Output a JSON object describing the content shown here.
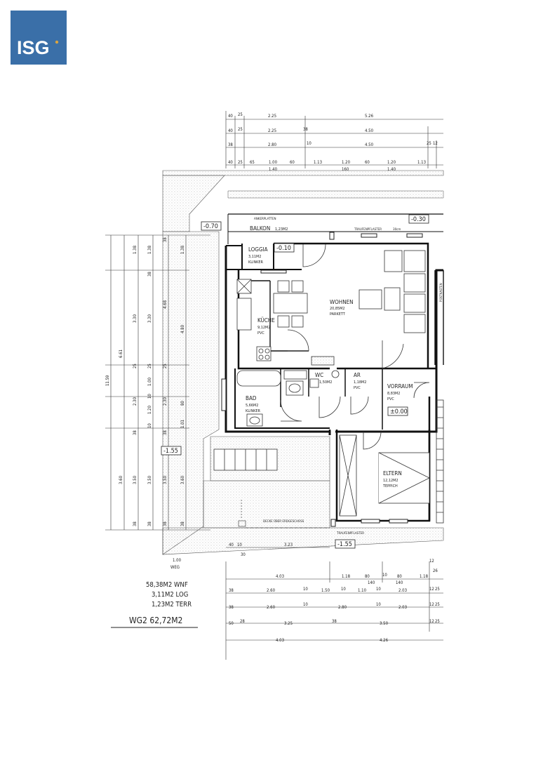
{
  "logo": {
    "text": "ISG",
    "bg": "#3a6fa8",
    "dot": "#d9a441"
  },
  "rooms": {
    "balkon": {
      "name": "BALKON",
      "area": "1,23M2"
    },
    "loggia": {
      "name": "LOGGIA",
      "area": "3,11M2",
      "floor": "KLINKER"
    },
    "wohnen": {
      "name": "WOHNEN",
      "area": "20,85M2",
      "floor": "PARKETT"
    },
    "kueche": {
      "name": "KÜCHE",
      "area": "9,12M2",
      "floor": "PVC"
    },
    "bad": {
      "name": "BAD",
      "area": "5,66M2",
      "floor": "KLINKER"
    },
    "wc": {
      "name": "WC",
      "area": "1,50M2"
    },
    "ar": {
      "name": "AR",
      "area": "1,18M2",
      "floor": "PVC"
    },
    "vorraum": {
      "name": "VORRAUM",
      "area": "8,83M2",
      "floor": "PVC"
    },
    "eltern": {
      "name": "ELTERN",
      "area": "12,12M2",
      "floor": "TEPPICH"
    }
  },
  "annotations": {
    "ankerplatten": "ANKERPLATTEN",
    "traufenpflaster_top": "TRAUFENPFLASTER",
    "traufenpflaster_30cm": "30cm",
    "traufenpflaster_bottom": "TRAUFENPFLASTER",
    "decke": "DECKE ÜBER ERDGESCHOSS",
    "weg": "WEG",
    "postkasten": "POSTKASTEN"
  },
  "levels": {
    "minus070": "-0.70",
    "minus030": "-0.30",
    "minus010": "-0.10",
    "pm000": "±0.00",
    "minus155a": "-1.55",
    "minus155b": "-1.55"
  },
  "summary": {
    "wnf": "58,38M2  WNF",
    "log": "3,11M2  LOG",
    "terr": "1,23M2  TERR",
    "total": "WG2  62,72M2"
  },
  "dims_top": {
    "r1": [
      "40",
      "25",
      "2.25",
      "5.26"
    ],
    "r2": [
      "40",
      "25",
      "2.25",
      "38",
      "4.50"
    ],
    "r3": [
      "38",
      "2.80",
      "10",
      "4.50",
      "25",
      "12"
    ],
    "r4": [
      "40",
      "25",
      "65",
      "1.00",
      "60",
      "1.13",
      "1.20",
      "60",
      "1.20",
      "1.13"
    ],
    "r4b": [
      "1.40",
      "160",
      "1.40"
    ]
  },
  "dims_bottom": {
    "r1": [
      "4.03",
      "1.18",
      "80",
      "10",
      "80",
      "1.18",
      "12"
    ],
    "r1b": [
      "140",
      "140",
      "26"
    ],
    "r2": [
      "38",
      "2.60",
      "10",
      "1.50",
      "10",
      "1.10",
      "10",
      "2.03",
      "12",
      "25"
    ],
    "r3": [
      "38",
      "2.60",
      "10",
      "2.80",
      "10",
      "2.03",
      "12",
      "25"
    ],
    "r4": [
      "50",
      "28",
      "3.25",
      "38",
      "3.50",
      "12",
      "25"
    ],
    "r5": [
      "4.03",
      "4.26"
    ],
    "r6": [
      "40",
      "10",
      "3.23",
      "30"
    ]
  },
  "dims_left": {
    "c1": [
      "11.59"
    ],
    "c2": [
      "6.61",
      "3.60"
    ],
    "c3": [
      "1.38",
      "3.30",
      "25",
      "2.30",
      "38",
      "3.50",
      "38"
    ],
    "c4": [
      "1.38",
      "38",
      "3.30",
      "25",
      "1.00",
      "10",
      "1.20",
      "10",
      "3.50",
      "38"
    ],
    "c5": [
      "38",
      "4.68",
      "25",
      "2.30",
      "38",
      "3.50",
      "38"
    ],
    "c6": [
      "1.38",
      "4.80",
      "80",
      "1.01",
      "3.60",
      "38"
    ]
  }
}
